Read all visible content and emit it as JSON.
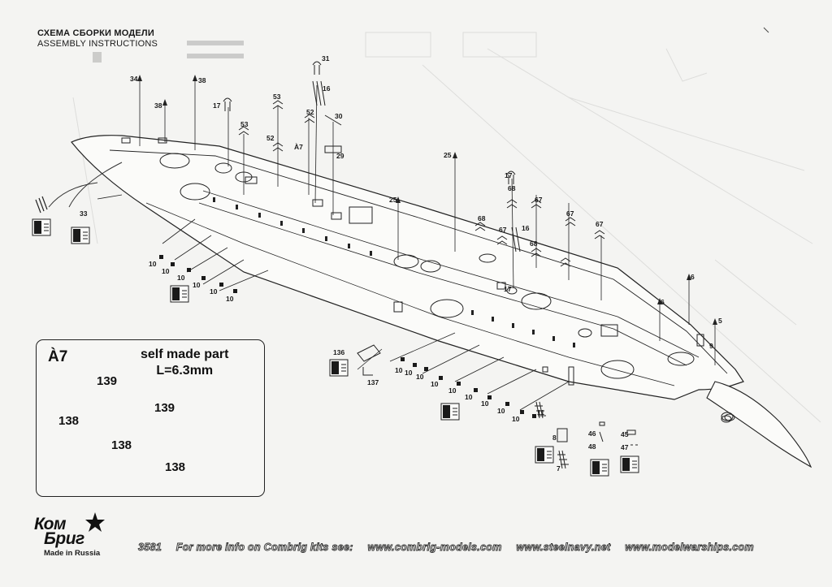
{
  "header": {
    "title_ru": "СХЕМА СБОРКИ МОДЕЛИ",
    "title_en": "ASSEMBLY INSTRUCTIONS"
  },
  "part_labels": {
    "p34": "34",
    "p38a": "38",
    "p38b": "38",
    "p17a": "17",
    "p53a": "53",
    "p53b": "53",
    "p52a": "52",
    "p52b": "52",
    "pA7": "À7",
    "p31": "31",
    "p16a": "16",
    "p30": "30",
    "p29": "29",
    "p33": "33",
    "p25a": "25",
    "p25b": "25",
    "p17b": "17",
    "p68a": "68",
    "p68b": "68",
    "p68c": "68",
    "p67a": "67",
    "p67b": "67",
    "p67c": "67",
    "p67d": "67",
    "p16b": "16",
    "p17c": "17",
    "p6a": "6",
    "p6b": "6",
    "p5": "5",
    "p9": "9",
    "p136": "136",
    "p137": "137",
    "p11": "11",
    "p8": "8",
    "p7": "7",
    "p46": "46",
    "p48": "48",
    "p45": "45",
    "p47": "47",
    "p10": "10"
  },
  "inset": {
    "tag": "À7",
    "note_line1": "self made part",
    "note_line2": "L=6.3mm",
    "n139a": "139",
    "n139b": "139",
    "n138a": "138",
    "n138b": "138",
    "n138c": "138"
  },
  "footer": {
    "kit_no": "3581",
    "info": "For more info on Combrig kits see:",
    "site1": "www.combrig-models.com",
    "site2": "www.steelnavy.net",
    "site3": "www.modelwarships.com"
  },
  "logo": {
    "line1": "Ком",
    "line2": "Бриг",
    "made_in": "Made in Russia"
  }
}
